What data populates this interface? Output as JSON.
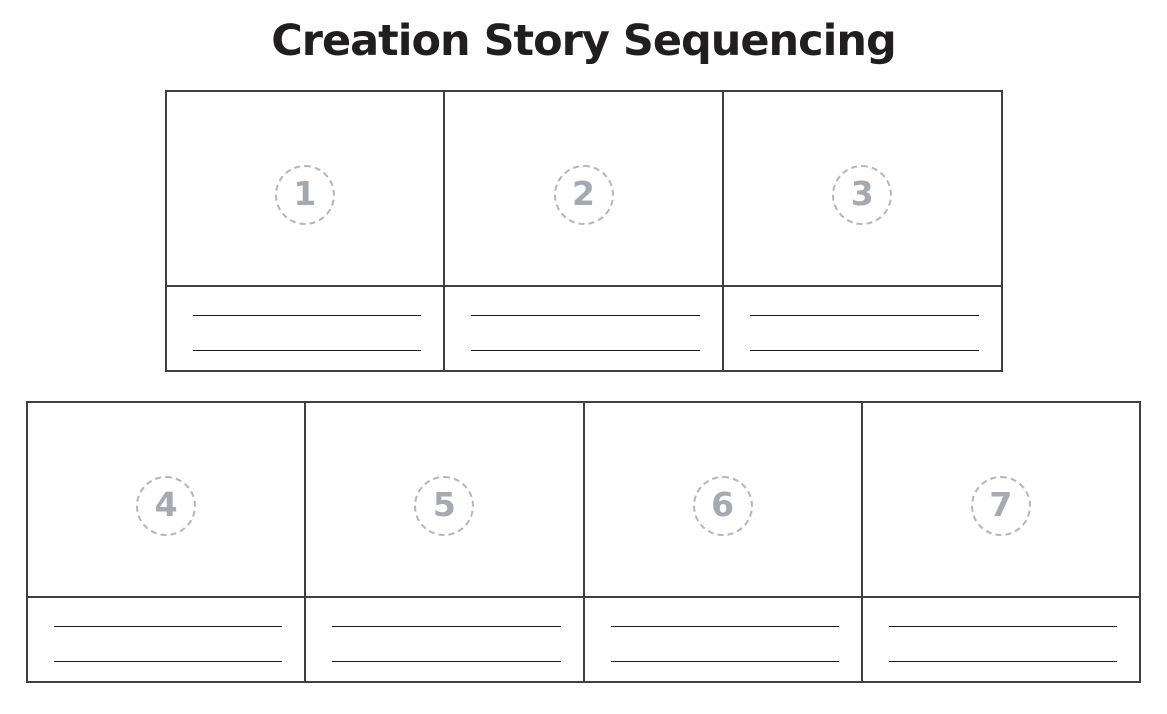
{
  "title": "Creation Story Sequencing",
  "colors": {
    "table_border": "#3f3f3f",
    "writing_line": "#1b1b1b",
    "circle_dash": "#b6b6b6",
    "step_number": "#a4aab2",
    "title_text": "#221e1f",
    "background": "#ffffff"
  },
  "rows": [
    {
      "cards": [
        {
          "number": "1"
        },
        {
          "number": "2"
        },
        {
          "number": "3"
        }
      ]
    },
    {
      "cards": [
        {
          "number": "4"
        },
        {
          "number": "5"
        },
        {
          "number": "6"
        },
        {
          "number": "7"
        }
      ]
    }
  ]
}
